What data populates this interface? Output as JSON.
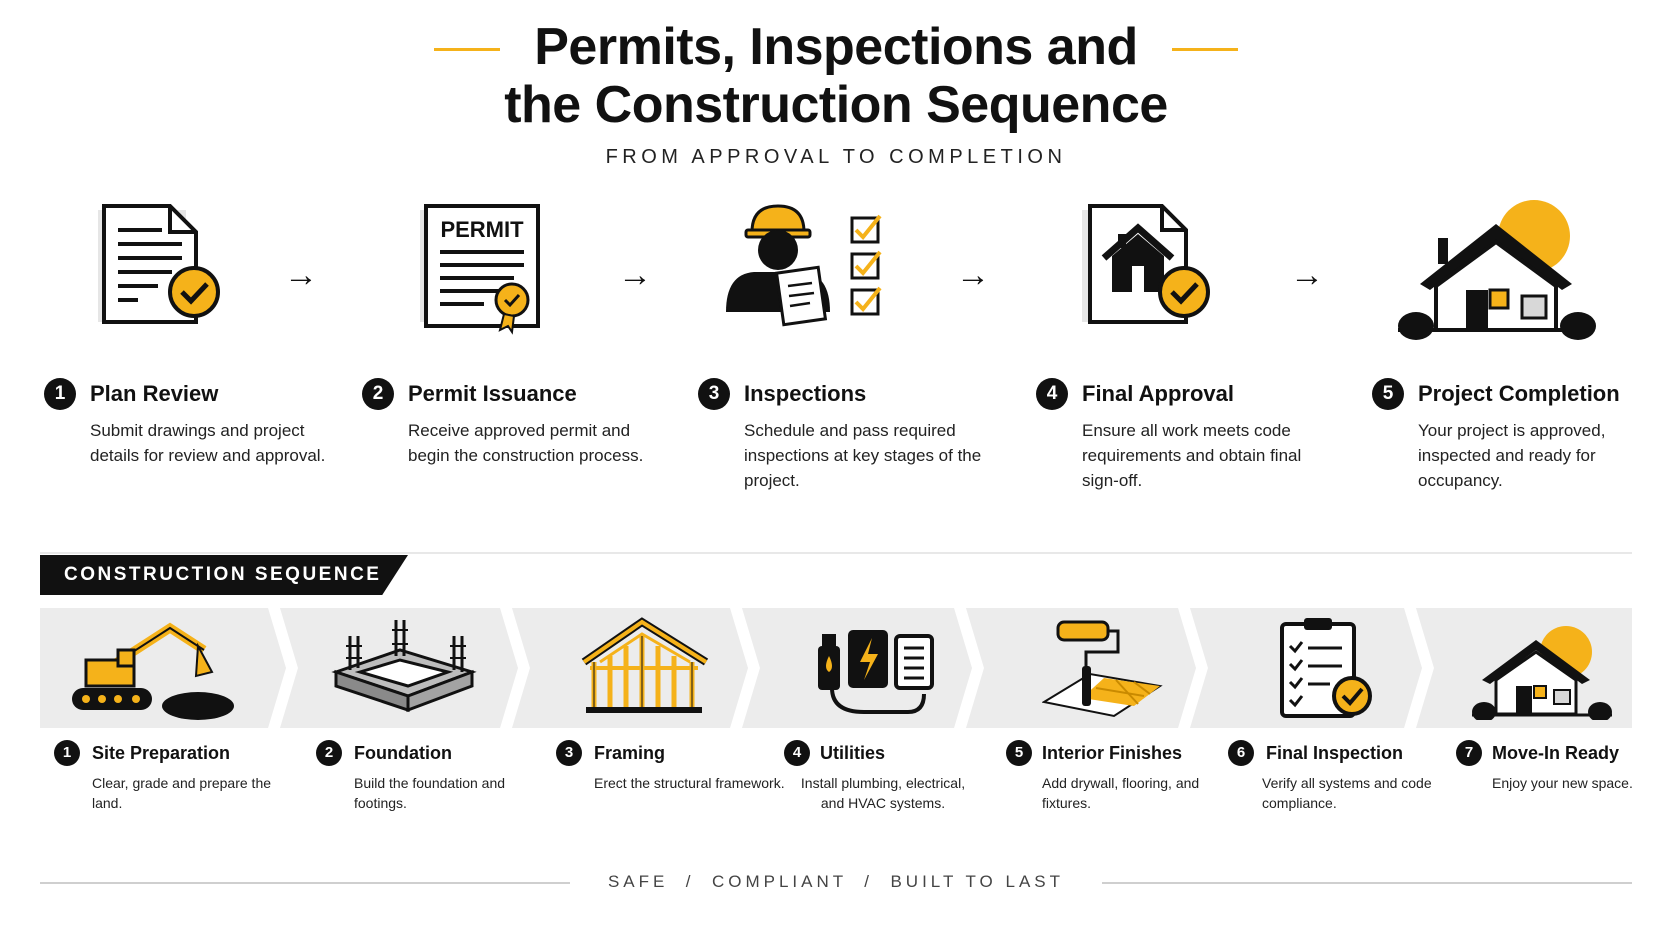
{
  "header": {
    "title_line1": "Permits, Inspections and",
    "title_line2": "the Construction Sequence",
    "subtitle": "FROM APPROVAL TO COMPLETION"
  },
  "permit_steps": [
    {
      "num": "1",
      "name": "Plan Review",
      "desc": "Submit drawings and project details for review and approval.",
      "icon": "document-check-icon"
    },
    {
      "num": "2",
      "name": "Permit Issuance",
      "desc": "Receive approved permit and begin the construction process.",
      "icon": "permit-certificate-icon",
      "icon_text": "PERMIT"
    },
    {
      "num": "3",
      "name": "Inspections",
      "desc": "Schedule and pass required inspections at key stages of the project.",
      "icon": "inspector-checklist-icon"
    },
    {
      "num": "4",
      "name": "Final Approval",
      "desc": "Ensure all work meets code requirements and obtain final sign-off.",
      "icon": "house-document-check-icon"
    },
    {
      "num": "5",
      "name": "Project Completion",
      "desc": "Your project is approved, inspected and ready for occupancy.",
      "icon": "house-sun-icon"
    }
  ],
  "sequence": {
    "banner": "CONSTRUCTION SEQUENCE",
    "phases": [
      {
        "num": "1",
        "name": "Site Preparation",
        "desc": "Clear, grade and prepare the land.",
        "icon": "excavator-icon"
      },
      {
        "num": "2",
        "name": "Foundation",
        "desc": "Build the foundation and footings.",
        "icon": "foundation-icon"
      },
      {
        "num": "3",
        "name": "Framing",
        "desc": "Erect the structural framework.",
        "icon": "house-frame-icon"
      },
      {
        "num": "4",
        "name": "Utilities",
        "desc": "Install plumbing, electrical, and HVAC systems.",
        "icon": "utilities-icon"
      },
      {
        "num": "5",
        "name": "Interior Finishes",
        "desc": "Add drywall, flooring, and fixtures.",
        "icon": "paint-roller-icon"
      },
      {
        "num": "6",
        "name": "Final Inspection",
        "desc": "Verify all systems and code compliance.",
        "icon": "clipboard-check-icon"
      },
      {
        "num": "7",
        "name": "Move-In Ready",
        "desc": "Enjoy your new space.",
        "icon": "house-sun-icon"
      }
    ]
  },
  "footer": "SAFE  /  COMPLIANT  /  BUILT TO LAST",
  "colors": {
    "accent": "#f5b21a",
    "dark": "#111111",
    "band": "#ececec"
  }
}
